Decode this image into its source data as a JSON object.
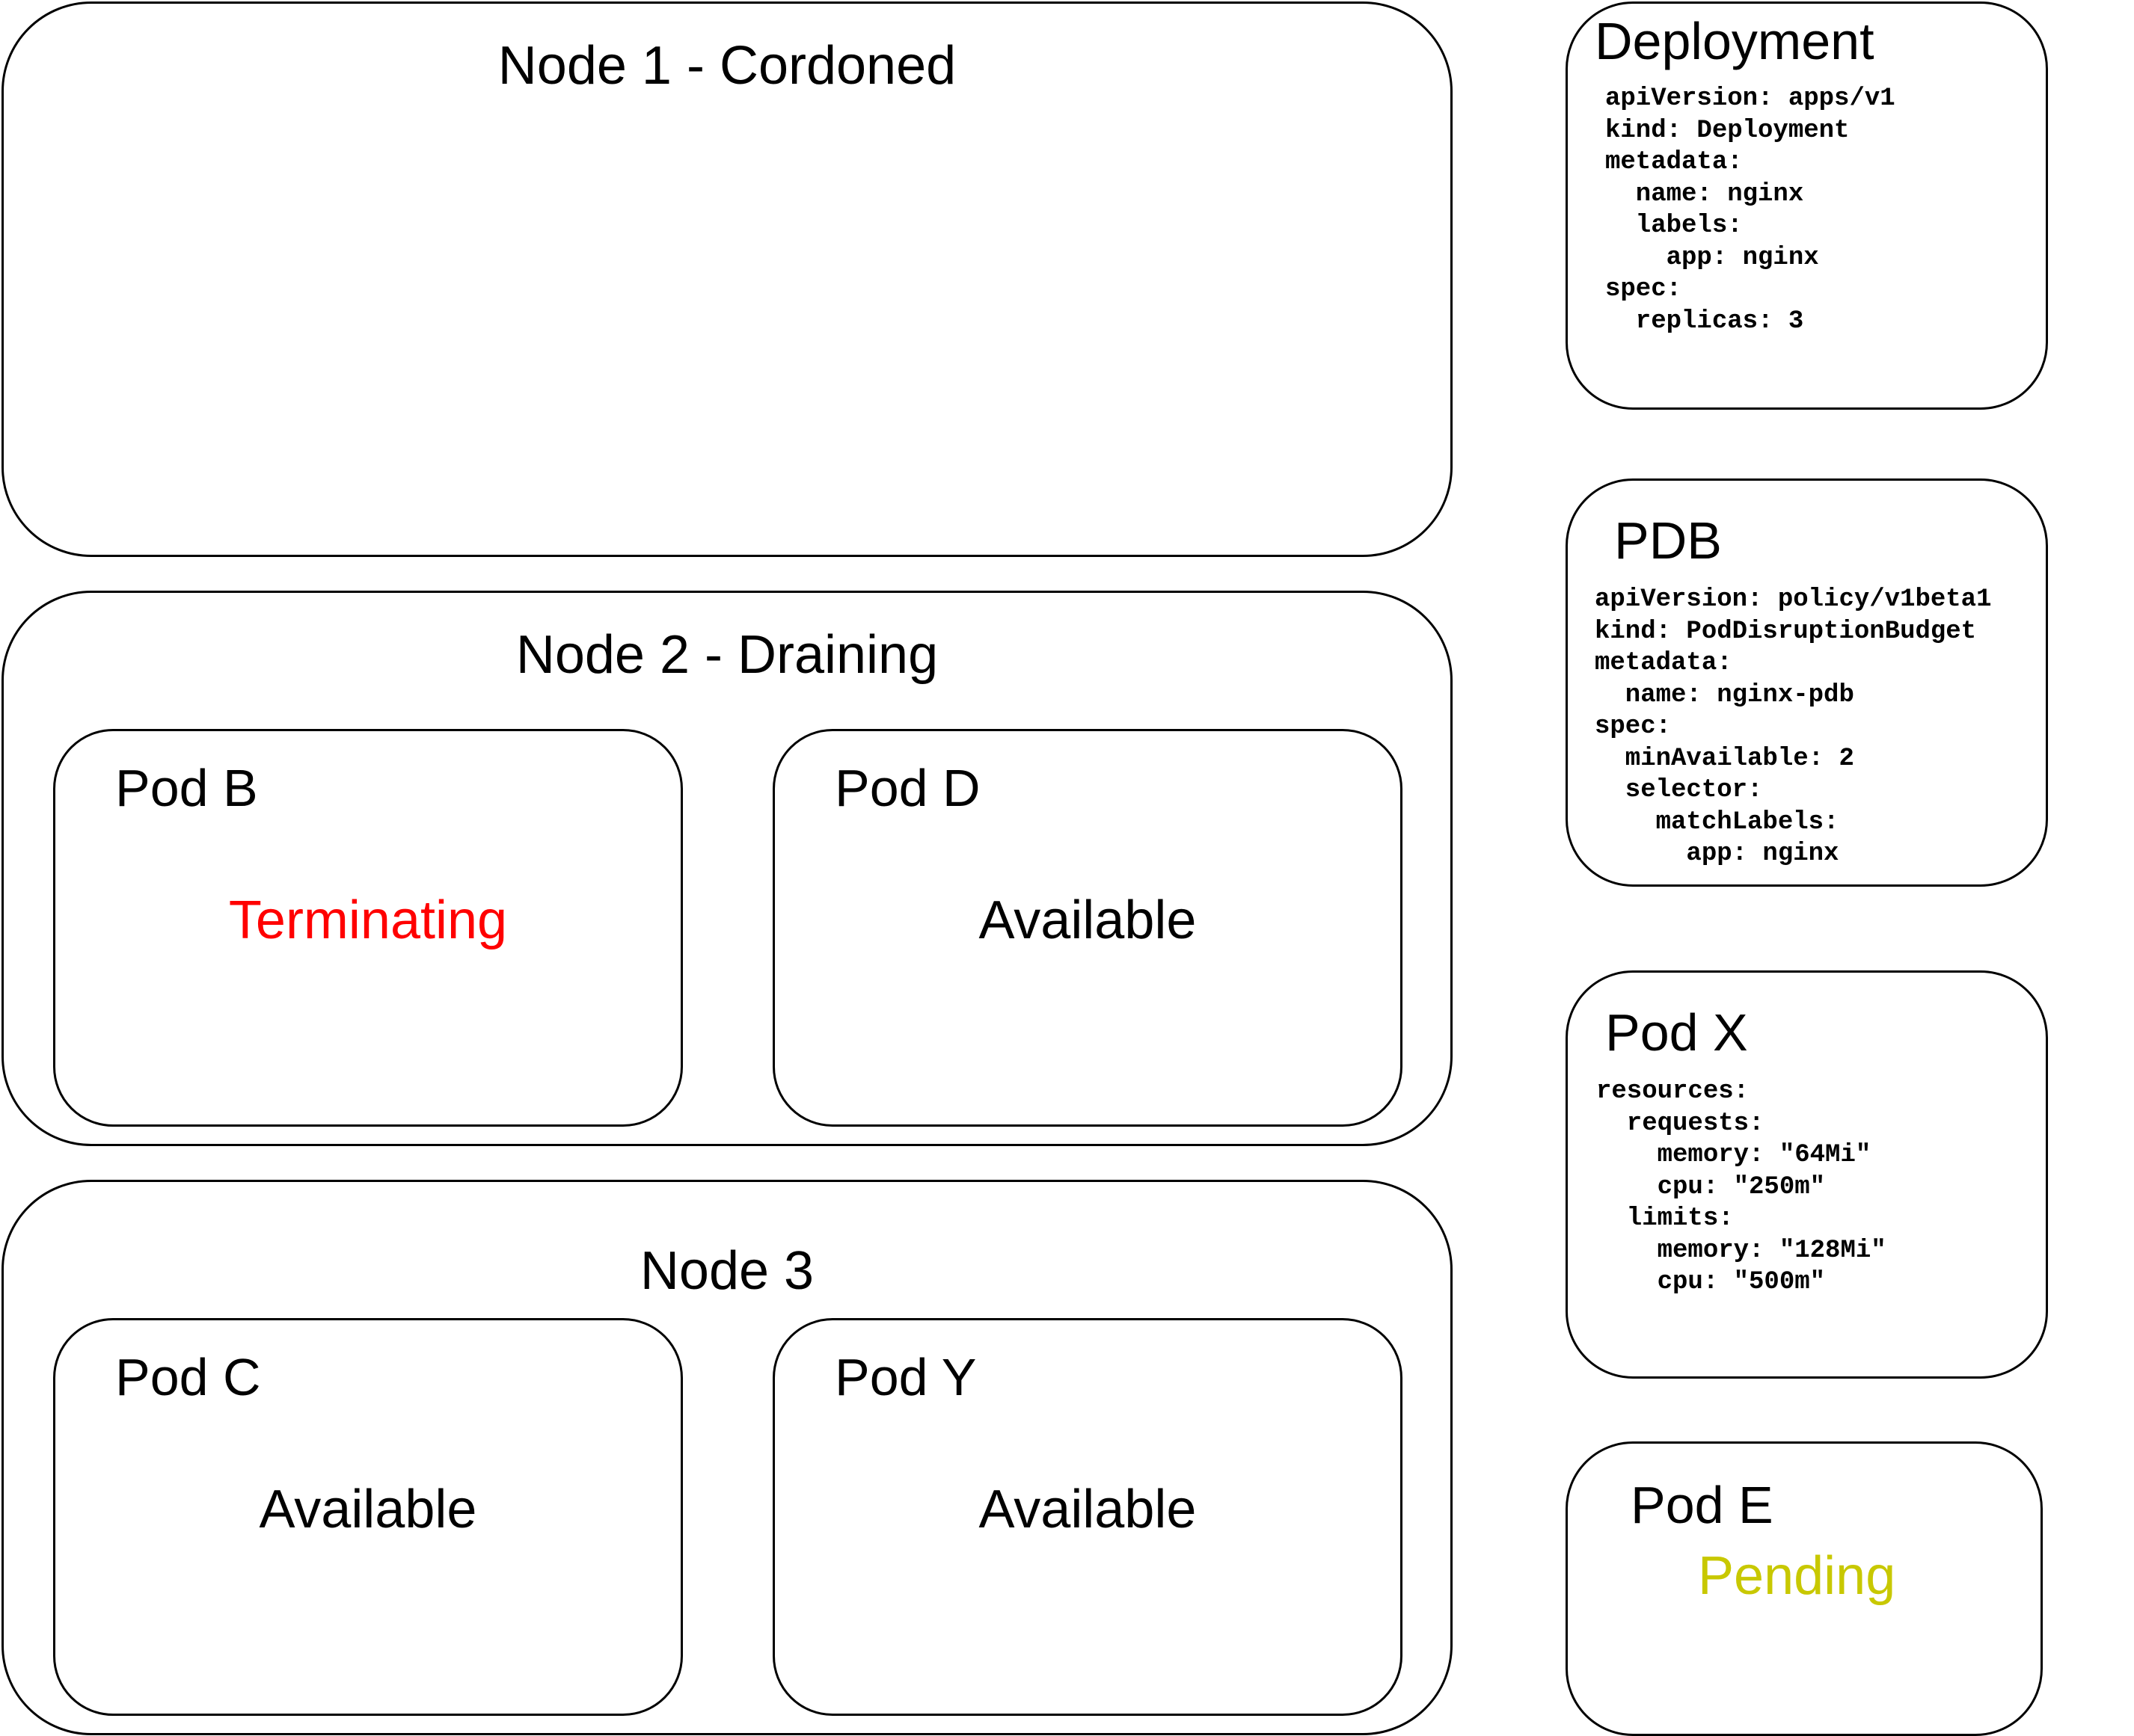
{
  "colors": {
    "border": "#000000",
    "background": "#ffffff",
    "terminating": "#ff0000",
    "pending": "#c8c800",
    "text": "#000000"
  },
  "nodes": [
    {
      "title": "Node 1 - Cordoned"
    },
    {
      "title": "Node 2 - Draining",
      "pods": [
        {
          "name": "Pod B",
          "status": "Terminating"
        },
        {
          "name": "Pod D",
          "status": "Available"
        }
      ]
    },
    {
      "title": "Node 3",
      "pods": [
        {
          "name": "Pod C",
          "status": "Available"
        },
        {
          "name": "Pod Y",
          "status": "Available"
        }
      ]
    }
  ],
  "deployment": {
    "title": "Deployment",
    "yaml": "apiVersion: apps/v1\nkind: Deployment\nmetadata:\n  name: nginx\n  labels:\n    app: nginx\nspec:\n  replicas: 3"
  },
  "pdb": {
    "title": "PDB",
    "yaml": "apiVersion: policy/v1beta1\nkind: PodDisruptionBudget\nmetadata:\n  name: nginx-pdb\nspec:\n  minAvailable: 2\n  selector:\n    matchLabels:\n      app: nginx"
  },
  "pod_x": {
    "title": "Pod X",
    "yaml": "resources:\n  requests:\n    memory: \"64Mi\"\n    cpu: \"250m\"\n  limits:\n    memory: \"128Mi\"\n    cpu: \"500m\""
  },
  "pod_e": {
    "title": "Pod E",
    "status": "Pending"
  }
}
